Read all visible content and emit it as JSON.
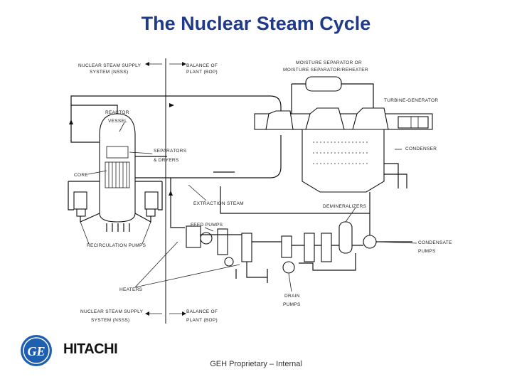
{
  "title": "The Nuclear Steam Cycle",
  "labels": {
    "nsss_top_1": "NUCLEAR STEAM SUPPLY",
    "nsss_top_2": "SYSTEM (NSSS)",
    "bop_top_1": "BALANCE OF",
    "bop_top_2": "PLANT (BOP)",
    "moisture_1": "MOISTURE SEPARATOR OR",
    "moisture_2": "MOISTURE SEPARATOR/REHEATER",
    "turbine": "TURBINE-GENERATOR",
    "reactor_1": "REACTOR",
    "reactor_2": "VESSEL",
    "separators_1": "SEPARATORS",
    "separators_2": "& DRYERS",
    "core": "CORE",
    "condenser": "CONDENSER",
    "extraction": "EXTRACTION STEAM",
    "demineralizers": "DEMINERALIZERS",
    "feed_pumps": "FEED PUMPS",
    "recirculation": "RECIRCULATION PUMPS",
    "condensate_1": "CONDENSATE",
    "condensate_2": "PUMPS",
    "heaters": "HEATERS",
    "drain_1": "DRAIN",
    "drain_2": "PUMPS",
    "nsss_bot_1": "NUCLEAR STEAM SUPPLY",
    "nsss_bot_2": "SYSTEM (NSSS)",
    "bop_bot_1": "BALANCE OF",
    "bop_bot_2": "PLANT (BOP)"
  },
  "footer": "GEH Proprietary – Internal",
  "logos": {
    "ge_text": "GE",
    "hitachi": "HITACHI",
    "ge_color": "#1f5fb0"
  }
}
